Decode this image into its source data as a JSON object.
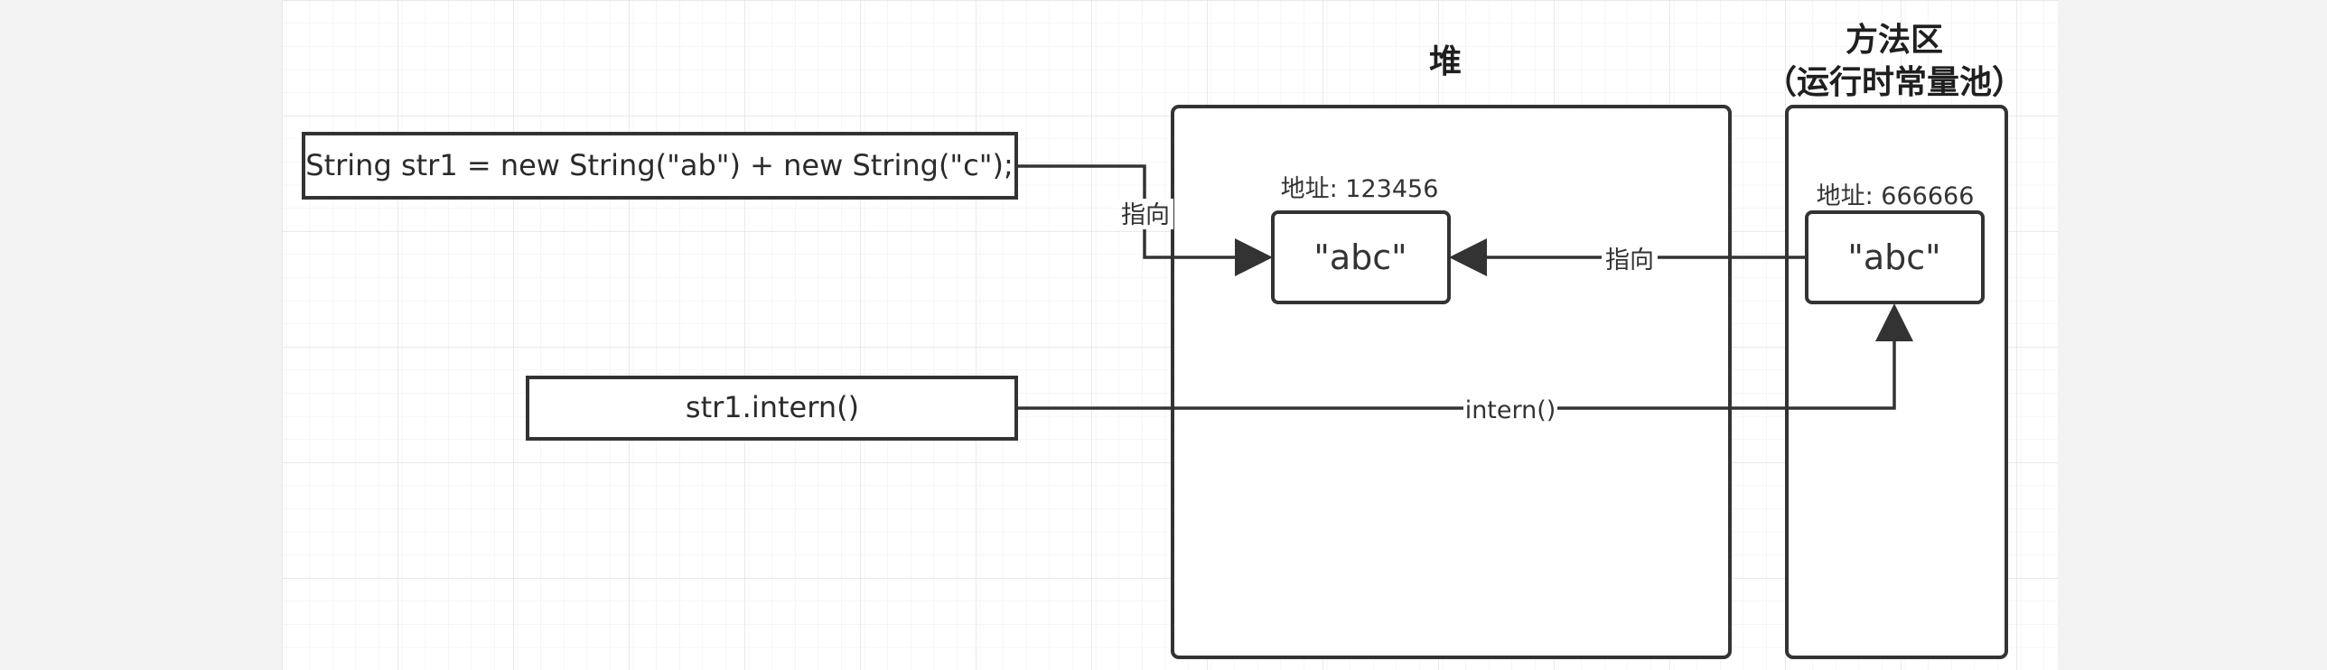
{
  "colors": {
    "page_background": "#f3f3f3",
    "canvas_background": "#ffffff",
    "grid_line": "#e6e6e6",
    "stroke": "#333333",
    "text": "#333333"
  },
  "regions": {
    "heap": {
      "title": "堆"
    },
    "method_area": {
      "title_line1": "方法区",
      "title_line2": "（运行时常量池）"
    }
  },
  "nodes": {
    "code_str1": {
      "text": "String str1 = new String(\"ab\") + new String(\"c\");"
    },
    "code_intern": {
      "text": "str1.intern()"
    },
    "heap_string": {
      "address_label": "地址: 123456",
      "value": "\"abc\""
    },
    "pool_string": {
      "address_label": "地址: 666666",
      "value": "\"abc\""
    }
  },
  "edges": {
    "str1_to_heap": {
      "label": "指向"
    },
    "pool_to_heap": {
      "label": "指向"
    },
    "intern_to_pool": {
      "label": "intern()"
    }
  },
  "icons": {
    "arrowhead": "filled-triangle-arrow-icon"
  }
}
